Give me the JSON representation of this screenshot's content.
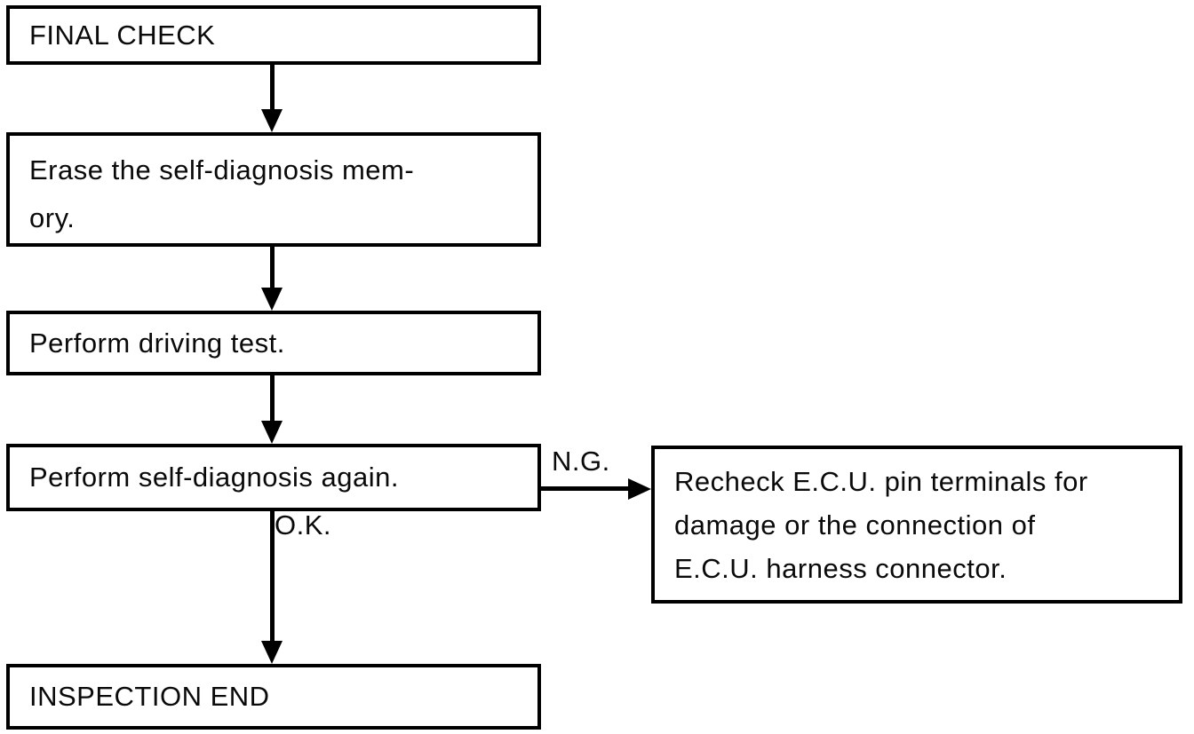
{
  "page": {
    "background": "#ffffff",
    "line_color": "#000000",
    "text_color": "#0a0a0a"
  },
  "flowchart": {
    "nodes": {
      "final_check": {
        "label": "FINAL CHECK"
      },
      "erase_memory": {
        "label": "Erase the self-diagnosis memory.",
        "lines": [
          "Erase the self-diagnosis mem-",
          "ory."
        ]
      },
      "driving_test": {
        "label": "Perform driving test."
      },
      "self_diagnosis_again": {
        "label": "Perform self-diagnosis again."
      },
      "recheck_ecu": {
        "label": "Recheck E.C.U. pin terminals for damage or the connection of E.C.U. harness connector.",
        "lines": [
          "Recheck E.C.U. pin terminals for",
          "damage or the connection of",
          "E.C.U. harness connector."
        ]
      },
      "inspection_end": {
        "label": "INSPECTION END"
      }
    },
    "edges": {
      "ng_label": "N.G.",
      "ok_label": "O.K."
    }
  }
}
